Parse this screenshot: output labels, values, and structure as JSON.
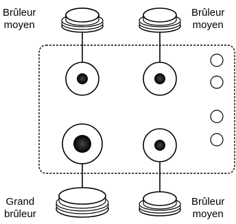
{
  "labels": {
    "top_left": {
      "line1": "Brûleur",
      "line2": "moyen"
    },
    "top_right": {
      "line1": "Brûleur",
      "line2": "moyen"
    },
    "bottom_left": {
      "line1": "Grand",
      "line2": "brûleur"
    },
    "bottom_right": {
      "line1": "Brûleur",
      "line2": "moyen"
    }
  },
  "colors": {
    "line": "#000000",
    "fill": "#ffffff",
    "port": "#000000"
  }
}
